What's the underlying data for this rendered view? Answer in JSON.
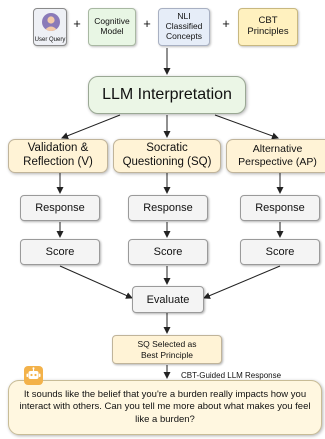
{
  "inputs": {
    "user_query": "User Query",
    "cognitive_model": "Cognitive Model",
    "nli_concepts": "NLI Classified Concepts",
    "cbt_principles": "CBT Principles",
    "plus": "+"
  },
  "llm_interpretation": "LLM Interpretation",
  "strategies": {
    "validation": "Validation & Reflection (V)",
    "socratic": "Socratic Questioning (SQ)",
    "alternative": "Alternative Perspective (AP)"
  },
  "response_label": "Response",
  "score_label": "Score",
  "evaluate": "Evaluate",
  "selected": "SQ Selected as Best Principle",
  "output_caption": "CBT-Guided LLM Response",
  "final_response": "It sounds like the belief that you're a burden really impacts how you interact with others. Can you tell me more about what makes you feel like a burden?",
  "colors": {
    "llm_fill": "#ebf6e6",
    "strategy_fill": "#fff3d6",
    "step_fill": "#f4f4f4",
    "bot_icon": "#f3b24a"
  },
  "icons": [
    "user-avatar-icon",
    "robot-icon"
  ]
}
